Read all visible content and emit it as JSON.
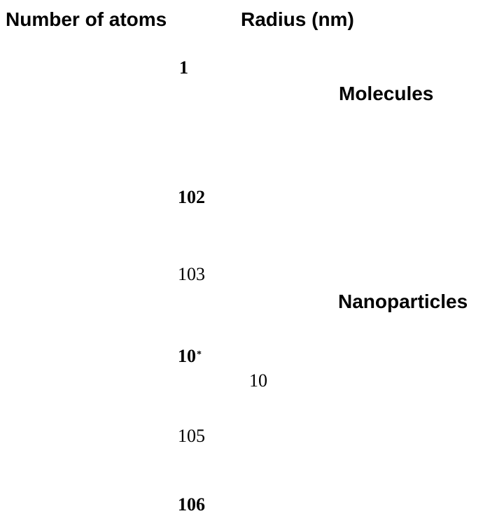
{
  "headers": {
    "atoms": "Number of atoms",
    "radius": "Radius (nm)"
  },
  "categories": {
    "molecules": "Molecules",
    "nanoparticles": "Nanoparticles"
  },
  "atoms_column": [
    "1",
    "102",
    "103",
    "10",
    "105",
    "106"
  ],
  "atoms_superscript": "*",
  "radius_column": [
    "10"
  ]
}
